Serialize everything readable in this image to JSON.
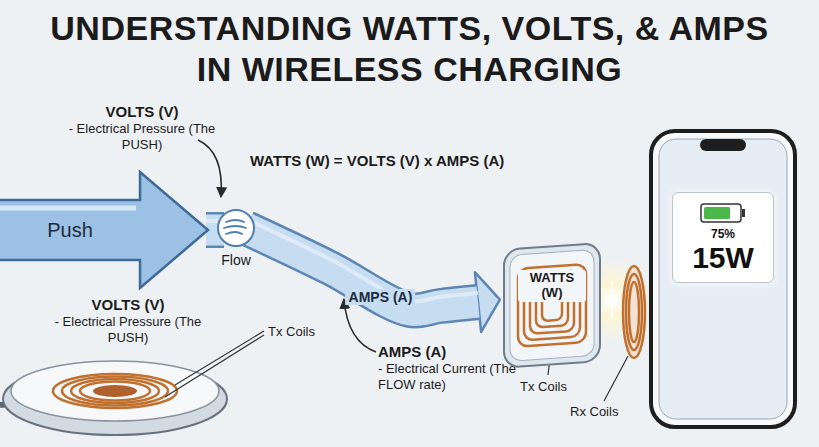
{
  "diagram": {
    "title": "UNDERSTANDING WATTS, VOLTS, & AMPS IN WIRELESS CHARGING",
    "nodes": [
      {
        "text": [
          "Push"
        ]
      },
      {
        "text": [
          "Flow"
        ]
      },
      {
        "text": [
          "WATTS (W)"
        ]
      },
      {
        "text": [
          "75%",
          "15W"
        ]
      }
    ],
    "edges": [
      {
        "from": 0,
        "to": 1,
        "arrow": "none"
      },
      {
        "from": 1,
        "to": 2,
        "label": "AMPS (A)",
        "arrow": "to"
      }
    ],
    "labels": [
      "VOLTS (V)",
      "- Electrical Pressure (The PUSH)",
      "WATTS (W) = VOLTS (V) x AMPS (A)",
      "VOLTS (V)",
      "- Electrical Pressure (The PUSH)",
      "Tx Coils",
      "AMPS (A)",
      "- Electrical Current (The FLOW rate)",
      "Tx Coils",
      "Rx Coils"
    ]
  }
}
